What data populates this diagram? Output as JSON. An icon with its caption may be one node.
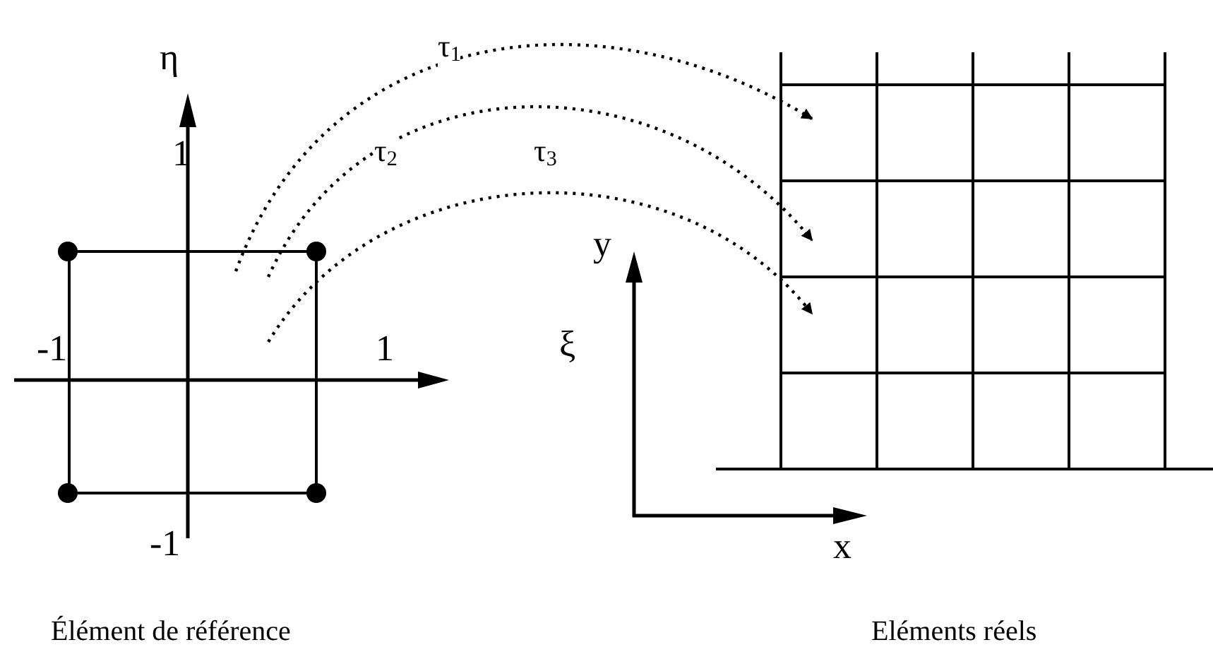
{
  "diagram": {
    "nodes": [
      {
        "text": [],
        "shape": "box"
      },
      {
        "text": [],
        "shape": "box"
      },
      {
        "text": [],
        "shape": "box"
      },
      {
        "text": [],
        "shape": "box"
      }
    ],
    "edges": [
      {
        "from": 0,
        "to": 1,
        "arrow": "to",
        "label": "τ$_{1}$"
      },
      {
        "from": 0,
        "to": 2,
        "arrow": "to",
        "label": "τ$_{2}$"
      },
      {
        "from": 0,
        "to": 3,
        "arrow": "to",
        "label": "τ$_{3}$"
      }
    ],
    "labels": [
      "η",
      "1",
      "-1",
      "1",
      "ξ",
      "y",
      "-1",
      "x",
      "Élément de référence",
      "Eléments réels"
    ]
  }
}
